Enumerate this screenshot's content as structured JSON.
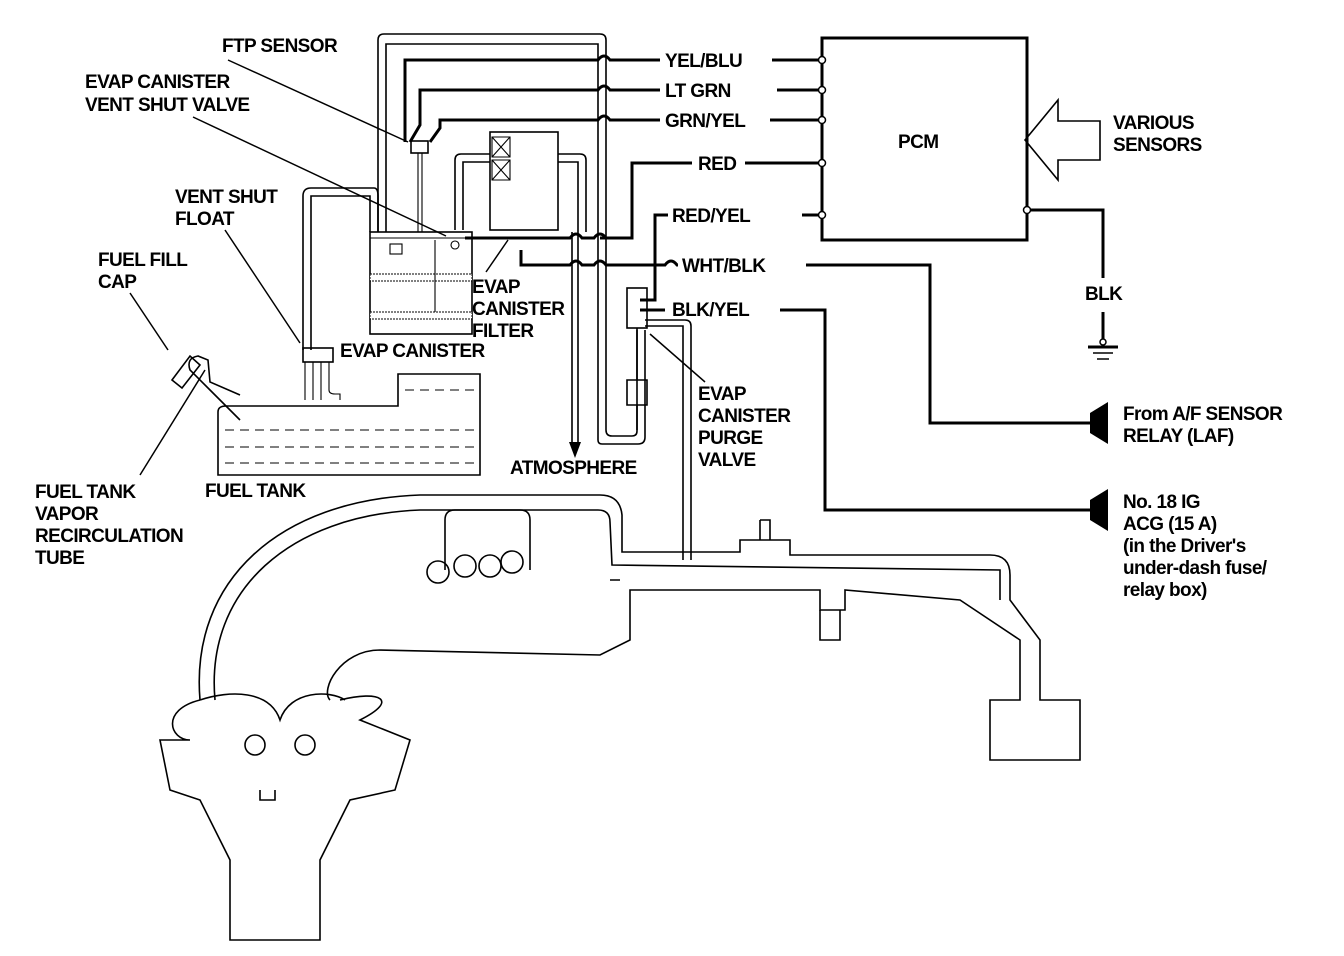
{
  "labels": {
    "ftp_sensor": "FTP SENSOR",
    "vent_shut_valve": [
      "EVAP CANISTER",
      "VENT SHUT VALVE"
    ],
    "vent_shut_float": [
      "VENT SHUT",
      "FLOAT"
    ],
    "fuel_fill_cap": [
      "FUEL FILL",
      "CAP"
    ],
    "evap_canister": "EVAP CANISTER",
    "evap_canister_filter": [
      "EVAP",
      "CANISTER",
      "FILTER"
    ],
    "recirculation_tube": [
      "FUEL TANK",
      "VAPOR",
      "RECIRCULATION",
      "TUBE"
    ],
    "fuel_tank": "FUEL TANK",
    "atmosphere": "ATMOSPHERE",
    "purge_valve": [
      "EVAP",
      "CANISTER",
      "PURGE",
      "VALVE"
    ],
    "pcm": "PCM",
    "various_sensors": [
      "VARIOUS",
      "SENSORS"
    ],
    "ground_wire": "BLK",
    "af_sensor_relay": [
      "From A/F SENSOR",
      "RELAY (LAF)"
    ],
    "fuse": [
      "No. 18 IG",
      "ACG (15 A)",
      "(in the Driver's",
      "under-dash fuse/",
      "relay box)"
    ]
  },
  "wires": [
    "YEL/BLU",
    "LT GRN",
    "GRN/YEL",
    "RED",
    "RED/YEL",
    "WHT/BLK",
    "BLK/YEL"
  ],
  "colors": {
    "line": "#000000",
    "background": "#ffffff"
  }
}
